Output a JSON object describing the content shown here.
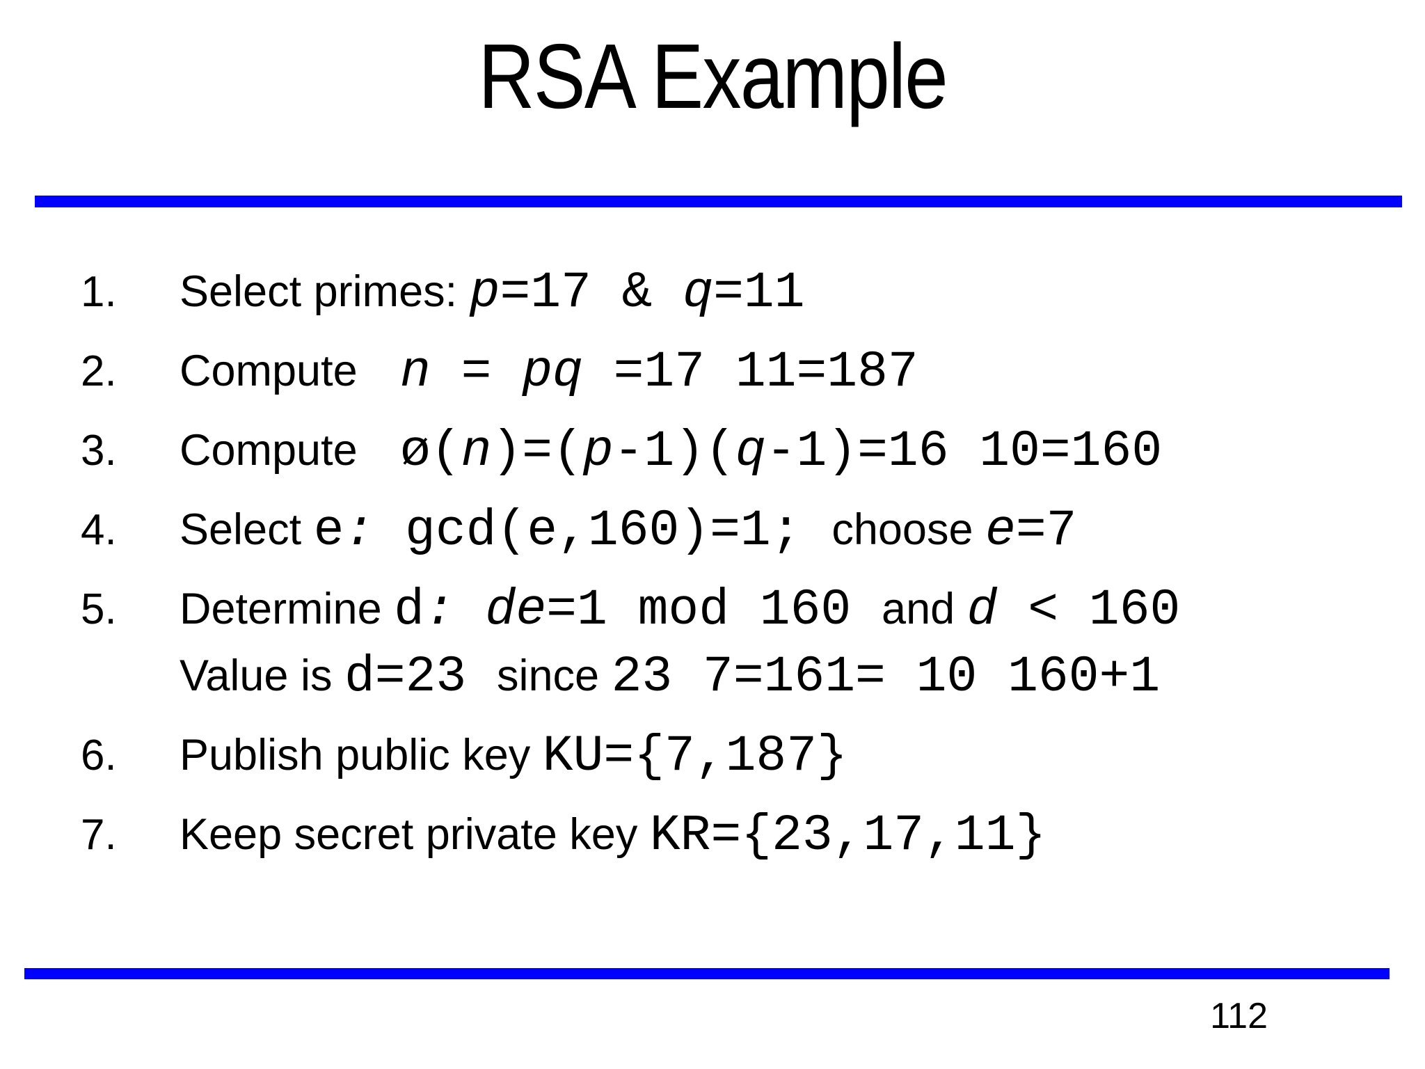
{
  "slide": {
    "title": "RSA Example",
    "page_number": "112",
    "accent_color": "#0000FE"
  },
  "list": {
    "items": [
      {
        "number": "1.",
        "lines": [
          [
            {
              "text": "Select primes: "
            },
            {
              "text": "p"
            },
            {
              "text": "=17 & "
            },
            {
              "text": "q"
            },
            {
              "text": "=11"
            }
          ]
        ]
      },
      {
        "number": "2.",
        "lines": [
          [
            {
              "text": "Compute "
            },
            {
              "text": " n"
            },
            {
              "text": " = "
            },
            {
              "text": "pq"
            },
            {
              "text": " =17 11=187"
            }
          ]
        ]
      },
      {
        "number": "3.",
        "lines": [
          [
            {
              "text": "Compute "
            },
            {
              "text": " ø("
            },
            {
              "text": "n"
            },
            {
              "text": ")=("
            },
            {
              "text": "p"
            },
            {
              "text": "-1)("
            },
            {
              "text": "q"
            },
            {
              "text": "-1)=16 10=160"
            }
          ]
        ]
      },
      {
        "number": "4.",
        "lines": [
          [
            {
              "text": "Select "
            },
            {
              "text": "e"
            },
            {
              "text": ": "
            },
            {
              "text": "gcd(e,160)=1; "
            },
            {
              "text": "choose "
            },
            {
              "text": "e"
            },
            {
              "text": "=7"
            }
          ]
        ]
      },
      {
        "number": "5.",
        "lines": [
          [
            {
              "text": "Determine "
            },
            {
              "text": "d"
            },
            {
              "text": ": de"
            },
            {
              "text": "=1 mod 160 "
            },
            {
              "text": "and "
            },
            {
              "text": "d"
            },
            {
              "text": " < 160"
            }
          ],
          [
            {
              "text": "Value is "
            },
            {
              "text": "d=23 "
            },
            {
              "text": "since "
            },
            {
              "text": "23 7=161= 10 160+1"
            }
          ]
        ]
      },
      {
        "number": "6.",
        "lines": [
          [
            {
              "text": "Publish public key "
            },
            {
              "text": "KU={7,187}"
            }
          ]
        ]
      },
      {
        "number": "7.",
        "lines": [
          [
            {
              "text": "Keep secret private key "
            },
            {
              "text": "KR={23,17,11}"
            }
          ]
        ]
      }
    ]
  }
}
